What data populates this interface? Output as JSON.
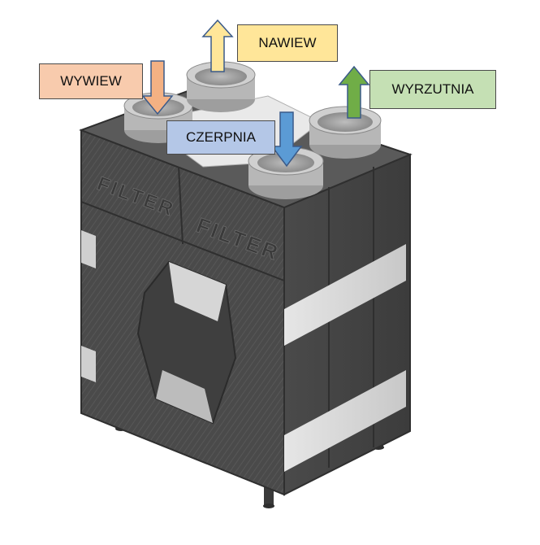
{
  "labels": {
    "nawiew": {
      "text": "NAWIEW",
      "color": "#FFE699"
    },
    "wywiew": {
      "text": "WYWIEW",
      "color": "#F8CBAD"
    },
    "wyrzutnia": {
      "text": "WYRZUTNIA",
      "color": "#C5E0B4"
    },
    "czerpnia": {
      "text": "CZERPNIA",
      "color": "#B4C7E7"
    }
  },
  "arrows": {
    "nawiew": {
      "direction": "up",
      "color": "#FFE699"
    },
    "wywiew": {
      "direction": "down",
      "color": "#F4B183"
    },
    "wyrzutnia": {
      "direction": "up",
      "color": "#70AD47"
    },
    "czerpnia": {
      "direction": "down",
      "color": "#5B9BD5"
    }
  },
  "unit": {
    "front_emboss": "FILTER",
    "side_emboss": "FILTER",
    "body_color": "#4d4d4d",
    "band_color": "#dcdcdc"
  }
}
